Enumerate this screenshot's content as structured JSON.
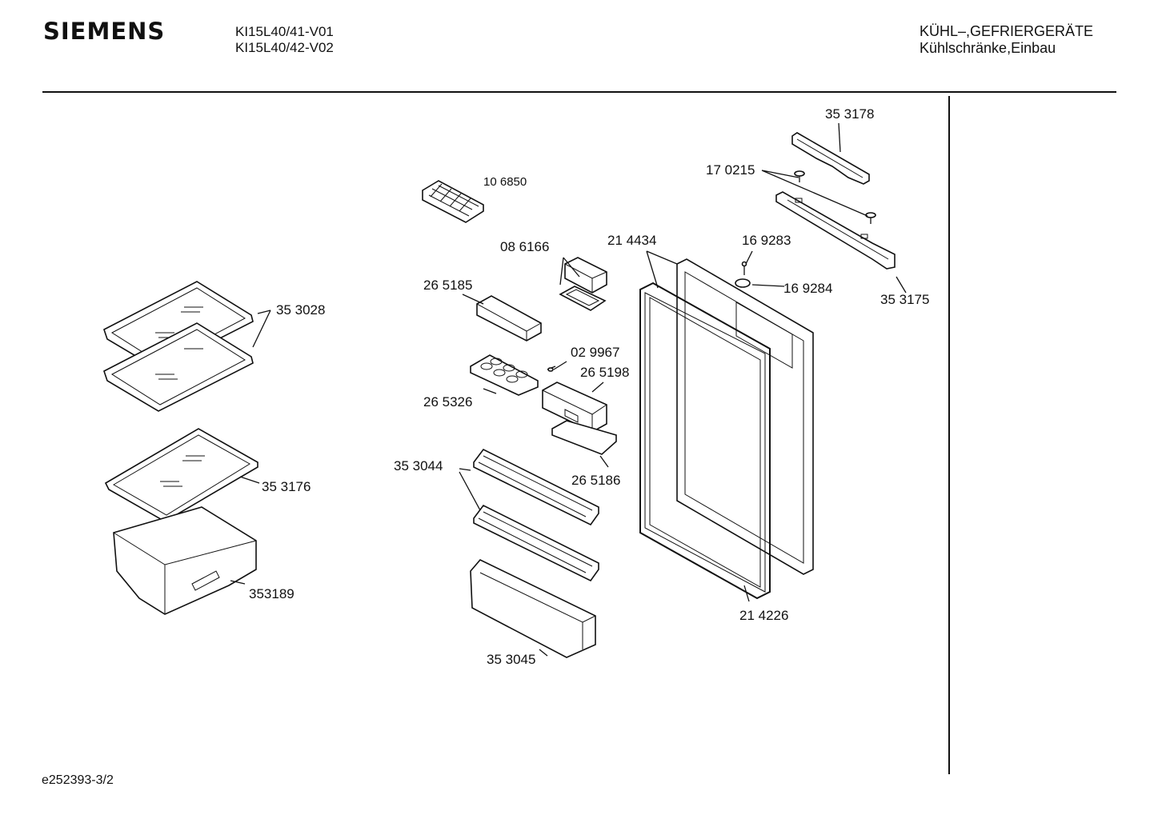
{
  "header": {
    "brand": "SIEMENS",
    "models": [
      "KI15L40/41-V01",
      "KI15L40/42-V02"
    ],
    "category": "KÜHL–,GEFRIERGERÄTE",
    "subcategory": "Kühlschränke,Einbau"
  },
  "footer": {
    "document_code": "e252393-3/2"
  },
  "parts": [
    {
      "id": "part-353178",
      "label": "35 3178"
    },
    {
      "id": "part-170215",
      "label": "17 0215"
    },
    {
      "id": "part-106850",
      "label": "10 6850"
    },
    {
      "id": "part-086166",
      "label": "08 6166"
    },
    {
      "id": "part-214434",
      "label": "21 4434"
    },
    {
      "id": "part-169283",
      "label": "16 9283"
    },
    {
      "id": "part-169284",
      "label": "16 9284"
    },
    {
      "id": "part-353175",
      "label": "35 3175"
    },
    {
      "id": "part-265185",
      "label": "26 5185"
    },
    {
      "id": "part-353028",
      "label": "35 3028"
    },
    {
      "id": "part-029967",
      "label": "02 9967"
    },
    {
      "id": "part-265198",
      "label": "26 5198"
    },
    {
      "id": "part-265326",
      "label": "26 5326"
    },
    {
      "id": "part-353044",
      "label": "35 3044"
    },
    {
      "id": "part-265186",
      "label": "26 5186"
    },
    {
      "id": "part-353176",
      "label": "35 3176"
    },
    {
      "id": "part-353189",
      "label": "353189"
    },
    {
      "id": "part-214226",
      "label": "21 4226"
    },
    {
      "id": "part-353045",
      "label": "35 3045"
    }
  ]
}
